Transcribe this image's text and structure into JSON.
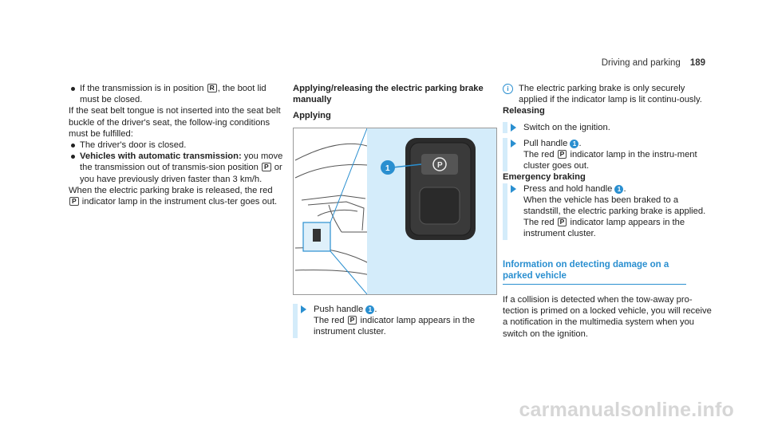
{
  "header": {
    "section": "Driving and parking",
    "page": "189"
  },
  "col1": {
    "bullet1": {
      "a": "If the transmission is in position",
      "key": "R",
      "b": ", the boot lid must be closed."
    },
    "para1": "If the seat belt tongue is not inserted into the seat belt buckle of the driver's seat, the follow-ing conditions must be fulfilled:",
    "bullet2": "The driver's door is closed.",
    "bullet3": {
      "bold": "Vehicles with automatic transmission:",
      "a": "you move the transmission out of transmis-sion position",
      "key": "P",
      "b": "or you have previously driven faster than 3 km/h."
    },
    "para2": {
      "a": "When the electric parking brake is released, the red",
      "icon": "P",
      "b": "indicator lamp in the instrument clus-ter goes out."
    }
  },
  "col2": {
    "heading": "Applying/releasing the electric parking brake manually",
    "subheading": "Applying",
    "figure_callout": "1",
    "step": {
      "a": "Push handle",
      "num": "1",
      "b": ".",
      "c": "The red",
      "icon": "P",
      "d": "indicator lamp appears in the instrument cluster."
    }
  },
  "col3": {
    "info": "The electric parking brake is only securely applied if the indicator lamp is lit continu-ously.",
    "releasing": "Releasing",
    "step1": "Switch on the ignition.",
    "step2": {
      "a": "Pull handle",
      "num": "1",
      "b": ".",
      "c": "The red",
      "icon": "P",
      "d": "indicator lamp in the instru-ment cluster goes out."
    },
    "emergency": "Emergency braking",
    "step3": {
      "a": "Press and hold handle",
      "num": "1",
      "b": ".",
      "c": "When the vehicle has been braked to a standstill, the electric parking brake is applied. The red",
      "icon": "P",
      "d": "indicator lamp appears in the instrument cluster."
    },
    "section_heading": "Information on detecting damage on a parked vehicle",
    "section_text": "If a collision is detected when the tow-away pro-tection is primed on a locked vehicle, you will receive a notification in the multimedia system when you switch on the ignition."
  },
  "watermark": "carmanualsonline.info",
  "colors": {
    "accent": "#2a8fd0",
    "highlight": "#d4ecfa"
  }
}
